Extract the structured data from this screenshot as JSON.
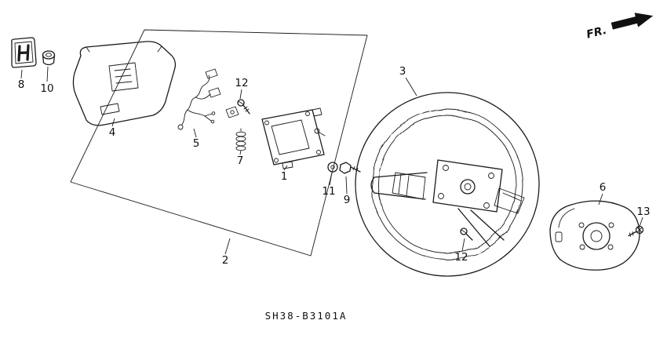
{
  "diagram": {
    "fr_label": "FR.",
    "code": "SH38-B3101A",
    "colors": {
      "ink": "#1b1b1b",
      "background": "#ffffff"
    },
    "callouts": [
      {
        "label": "8"
      },
      {
        "label": "10"
      },
      {
        "label": "4"
      },
      {
        "label": "5"
      },
      {
        "label": "12"
      },
      {
        "label": "7"
      },
      {
        "label": "1"
      },
      {
        "label": "11"
      },
      {
        "label": "9"
      },
      {
        "label": "3"
      },
      {
        "label": "12"
      },
      {
        "label": "2"
      },
      {
        "label": "6"
      },
      {
        "label": "13"
      }
    ]
  }
}
